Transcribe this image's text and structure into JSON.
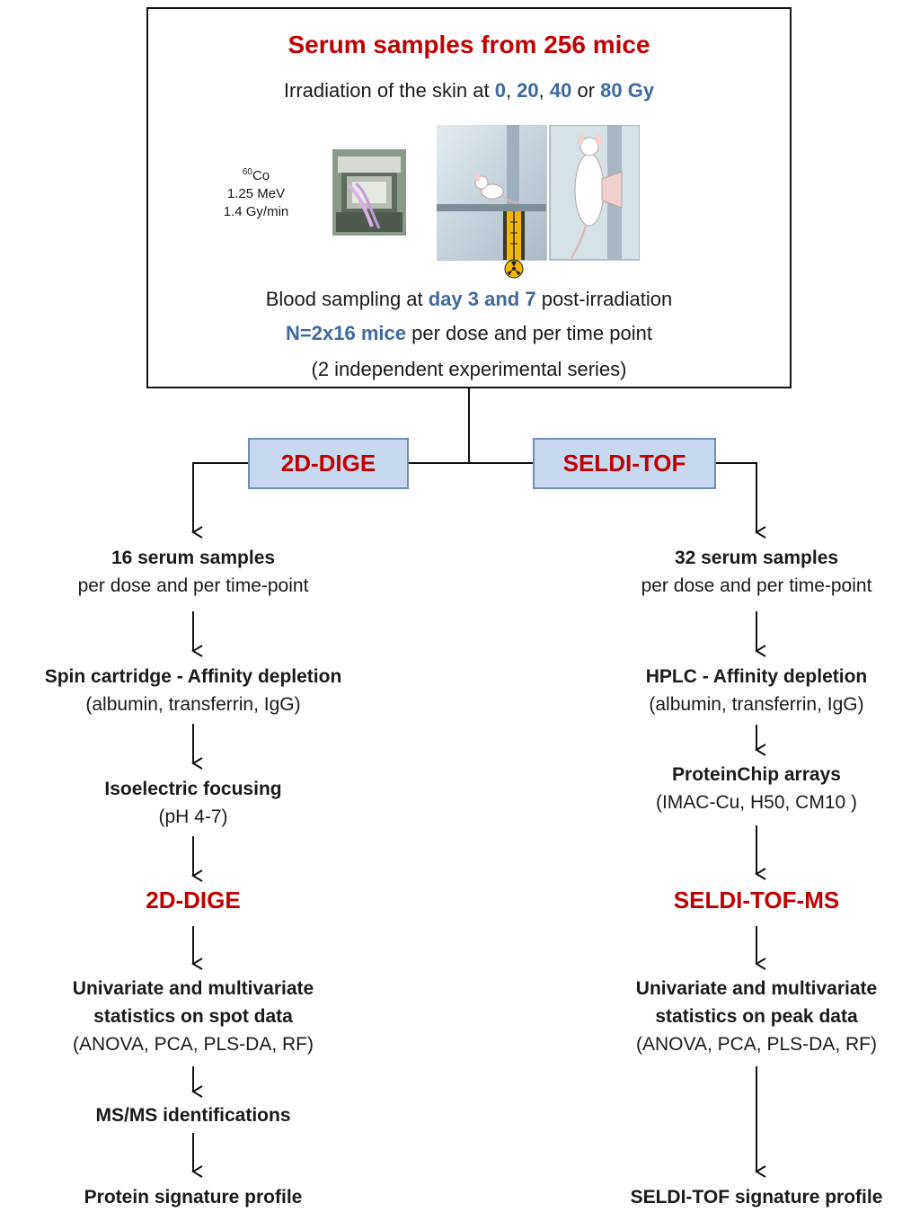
{
  "header": {
    "title": "Serum samples from 256 mice",
    "irradiation": {
      "prefix": "Irradiation of the skin at ",
      "dose1": "0",
      "sep1": ", ",
      "dose2": "20",
      "sep2": ", ",
      "dose3": "40",
      "sep3": " or ",
      "dose4": "80 Gy"
    },
    "source": {
      "isotope_mass": "60",
      "isotope": "Co",
      "energy": "1.25 MeV",
      "rate": "1.4 Gy/min"
    },
    "sampling": {
      "prefix": "Blood sampling at ",
      "days": "day 3 and 7",
      "suffix": " post-irradiation"
    },
    "mice": {
      "count": "N=2x16 mice",
      "suffix": " per dose and per time point"
    },
    "series": "(2 independent experimental series)"
  },
  "methods": {
    "left": "2D-DIGE",
    "right": "SELDI-TOF"
  },
  "left_steps": {
    "s1_title": "16 serum samples",
    "s1_sub": "per dose and per time-point",
    "s2_title": "Spin cartridge - Affinity depletion",
    "s2_sub": "(albumin, transferrin, IgG)",
    "s3_title": "Isoelectric focusing",
    "s3_sub": "(pH 4-7)",
    "s4_title": "2D-DIGE",
    "s5_line1": "Univariate and multivariate",
    "s5_line2": "statistics on spot data",
    "s5_sub": "(ANOVA, PCA, PLS-DA, RF)",
    "s6_title": "MS/MS identifications",
    "s7_title": "Protein signature profile"
  },
  "right_steps": {
    "s1_title": "32 serum samples",
    "s1_sub": "per dose and per time-point",
    "s2_title": "HPLC - Affinity depletion",
    "s2_sub": "(albumin, transferrin, IgG)",
    "s3_title": "ProteinChip arrays",
    "s3_sub": "(IMAC-Cu, H50, CM10 )",
    "s4_title": "SELDI-TOF-MS",
    "s5_line1": "Univariate and multivariate",
    "s5_line2": "statistics on peak data",
    "s5_sub": "(ANOVA, PCA, PLS-DA, RF)",
    "s6_title": "SELDI-TOF signature profile"
  },
  "colors": {
    "accent_red": "#c00000",
    "accent_blue": "#3e6a9e",
    "method_box_fill": "#c6d9f1"
  },
  "icons": [
    "cobalt-irradiator-photo",
    "mouse-irradiation-setup-illustration",
    "radiation-trefoil-icon"
  ]
}
